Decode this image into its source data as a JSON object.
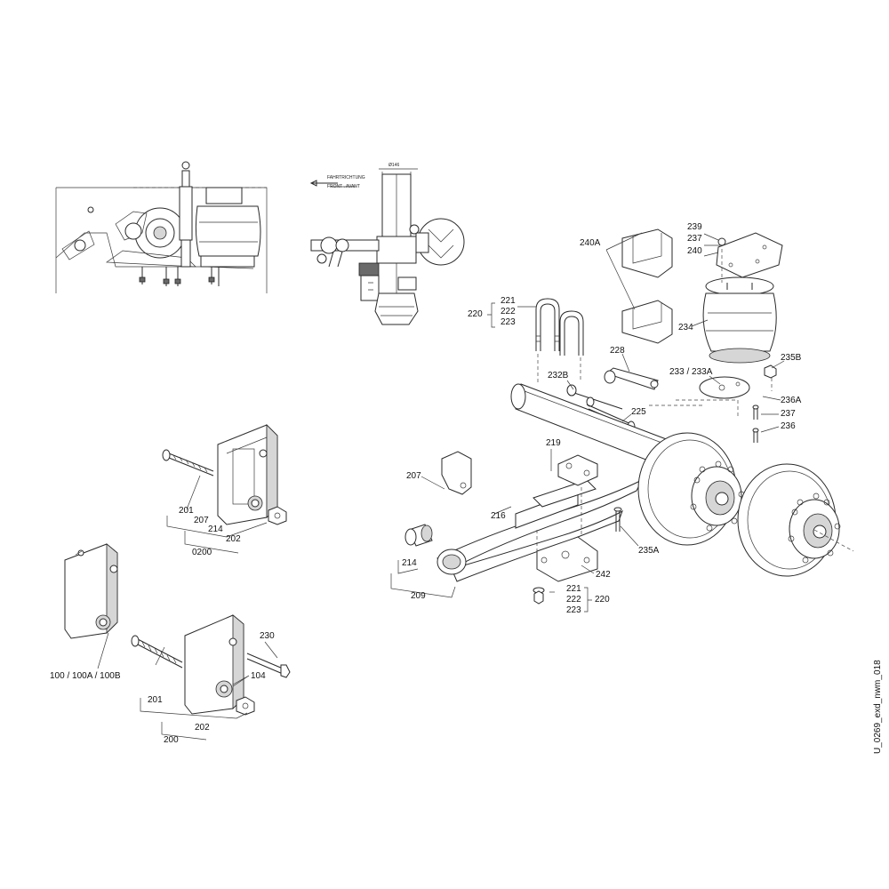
{
  "callouts": {
    "c239": "239",
    "c237a": "237",
    "c240": "240",
    "c240a": "240A",
    "c221a": "221",
    "c222a": "222",
    "c223a": "223",
    "c220a": "220",
    "c234": "234",
    "c228": "228",
    "c235b": "235B",
    "c232b": "232B",
    "c233": "233 / 233A",
    "c236a": "236A",
    "c237b": "237",
    "c236": "236",
    "c225": "225",
    "c219": "219",
    "c207a": "207",
    "c216": "216",
    "c235a": "235A",
    "c214a": "214",
    "c242": "242",
    "c209": "209",
    "c221b": "221",
    "c222b": "222",
    "c223b": "223",
    "c220b": "220",
    "c201a": "201",
    "c207b": "207",
    "c214b": "214",
    "c202a": "202",
    "c0200": "0200",
    "c230": "230",
    "c104": "104",
    "c100": "100 / 100A / 100B",
    "c201b": "201",
    "c202b": "202",
    "c200": "200"
  },
  "detail_text": {
    "direction_de": "FAHRTRICHTUNG",
    "direction_fr": "FRONT . AVANT",
    "diameter": "Ø146"
  },
  "drawing_id": "U_0269_exd_nwm_018",
  "colors": {
    "line": "#2a2a2a",
    "shade": "#d6d6d6",
    "background": "#ffffff"
  }
}
